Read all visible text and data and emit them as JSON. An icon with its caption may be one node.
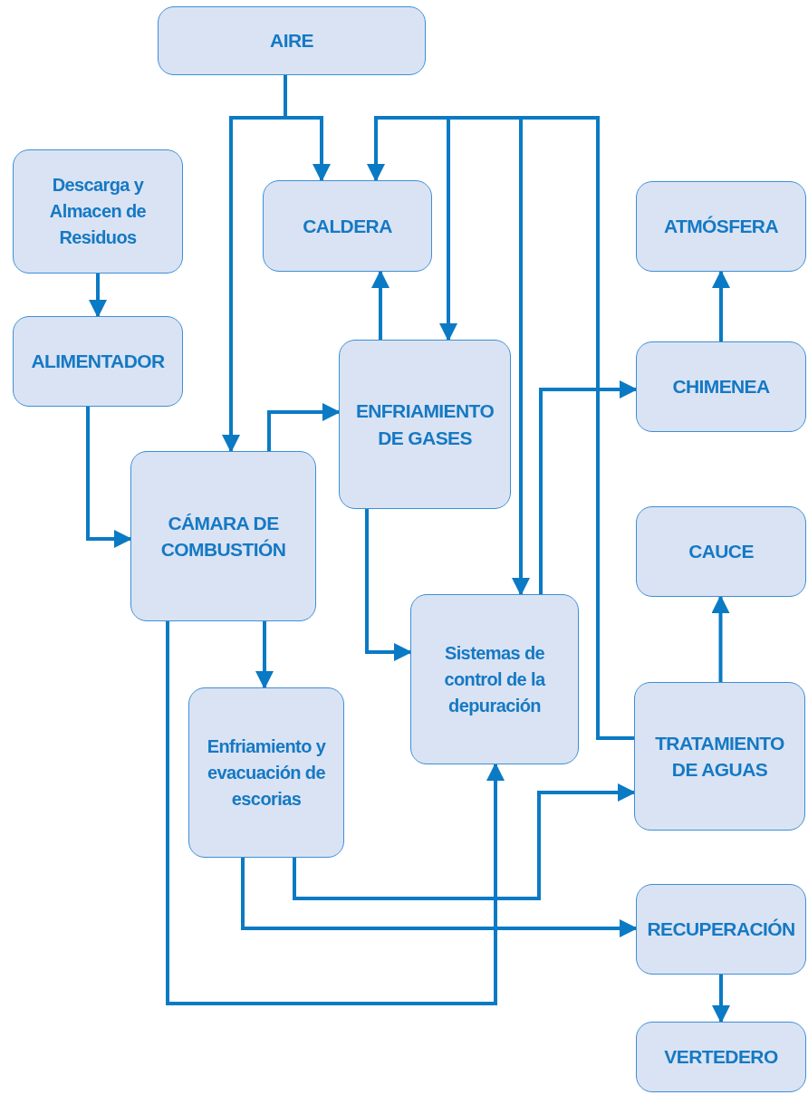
{
  "diagram": {
    "nodes": [
      {
        "text": [
          "AIRE"
        ]
      },
      {
        "text": [
          "Descarga y Almacen de Residuos"
        ]
      },
      {
        "text": [
          "CALDERA"
        ]
      },
      {
        "text": [
          "ATMÓSFERA"
        ]
      },
      {
        "text": [
          "ALIMENTADOR"
        ]
      },
      {
        "text": [
          "ENFRIAMIENTO DE GASES"
        ]
      },
      {
        "text": [
          "CHIMENEA"
        ]
      },
      {
        "text": [
          "CÁMARA DE COMBUSTIÓN"
        ]
      },
      {
        "text": [
          "CAUCE"
        ]
      },
      {
        "text": [
          "Sistemas de control de la depuración"
        ]
      },
      {
        "text": [
          "Enfriamiento y evacuación de escorias"
        ]
      },
      {
        "text": [
          "TRATAMIENTO DE AGUAS"
        ]
      },
      {
        "text": [
          "RECUPERACIÓN"
        ]
      },
      {
        "text": [
          "VERTEDERO"
        ]
      }
    ],
    "edges": [
      {
        "from": 0,
        "to": 2,
        "arrow": "to"
      },
      {
        "from": 0,
        "to": 7,
        "arrow": "to"
      },
      {
        "from": 1,
        "to": 4,
        "arrow": "to"
      },
      {
        "from": 4,
        "to": 7,
        "arrow": "to"
      },
      {
        "from": 7,
        "to": 5,
        "arrow": "to"
      },
      {
        "from": 5,
        "to": 2,
        "arrow": "to"
      },
      {
        "from": 11,
        "to": 2,
        "arrow": "to"
      },
      {
        "from": 11,
        "to": 5,
        "arrow": "to"
      },
      {
        "from": 11,
        "to": 9,
        "arrow": "to"
      },
      {
        "from": 5,
        "to": 9,
        "arrow": "to"
      },
      {
        "from": 9,
        "to": 6,
        "arrow": "to"
      },
      {
        "from": 6,
        "to": 3,
        "arrow": "to"
      },
      {
        "from": 7,
        "to": 10,
        "arrow": "to"
      },
      {
        "from": 7,
        "to": 9,
        "arrow": "to"
      },
      {
        "from": 10,
        "to": 11,
        "arrow": "to"
      },
      {
        "from": 10,
        "to": 12,
        "arrow": "to"
      },
      {
        "from": 11,
        "to": 8,
        "arrow": "to"
      },
      {
        "from": 12,
        "to": 13,
        "arrow": "to"
      }
    ]
  }
}
